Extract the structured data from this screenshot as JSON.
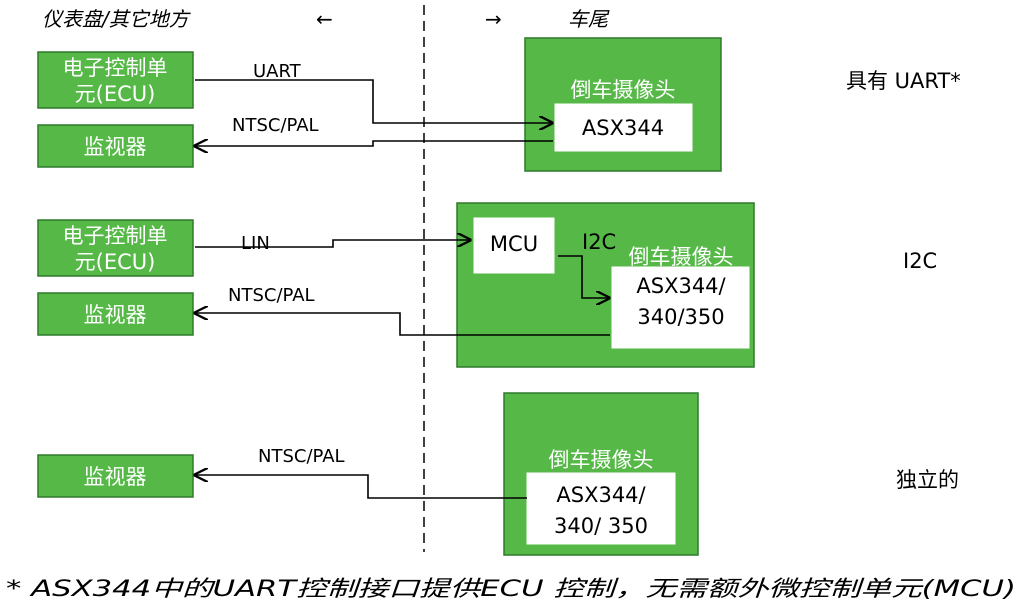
{
  "header": {
    "left": "仪表盘/其它地方",
    "left_arrow": "←",
    "right_arrow": "→",
    "right": "车尾"
  },
  "row1": {
    "ecu_line1": "电子控制单",
    "ecu_line2": "元(ECU)",
    "monitor": "监视器",
    "link_ecu": "UART",
    "link_monitor": "NTSC/PAL",
    "camera_title": "倒车摄像头",
    "chip": "ASX344",
    "note": "具有 UART*"
  },
  "row2": {
    "ecu_line1": "电子控制单",
    "ecu_line2": "元(ECU)",
    "monitor": "监视器",
    "link_ecu": "LIN",
    "link_monitor": "NTSC/PAL",
    "mcu": "MCU",
    "link_mcu": "I2C",
    "camera_title": "倒车摄像头",
    "chip_line1": "ASX344/",
    "chip_line2": "340/350",
    "note": "I2C"
  },
  "row3": {
    "monitor": "监视器",
    "link_monitor": "NTSC/PAL",
    "camera_title": "倒车摄像头",
    "chip_line1": "ASX344/",
    "chip_line2": "340/ 350",
    "note": "独立的"
  },
  "footnote": "* ASX344中的UART控制接口提供ECU 控制，无需额外微控制单元(MCU)",
  "colors": {
    "block_green": "#55b847",
    "block_border": "#2f7a2a",
    "chip_white": "#ffffff",
    "line": "#000000"
  }
}
